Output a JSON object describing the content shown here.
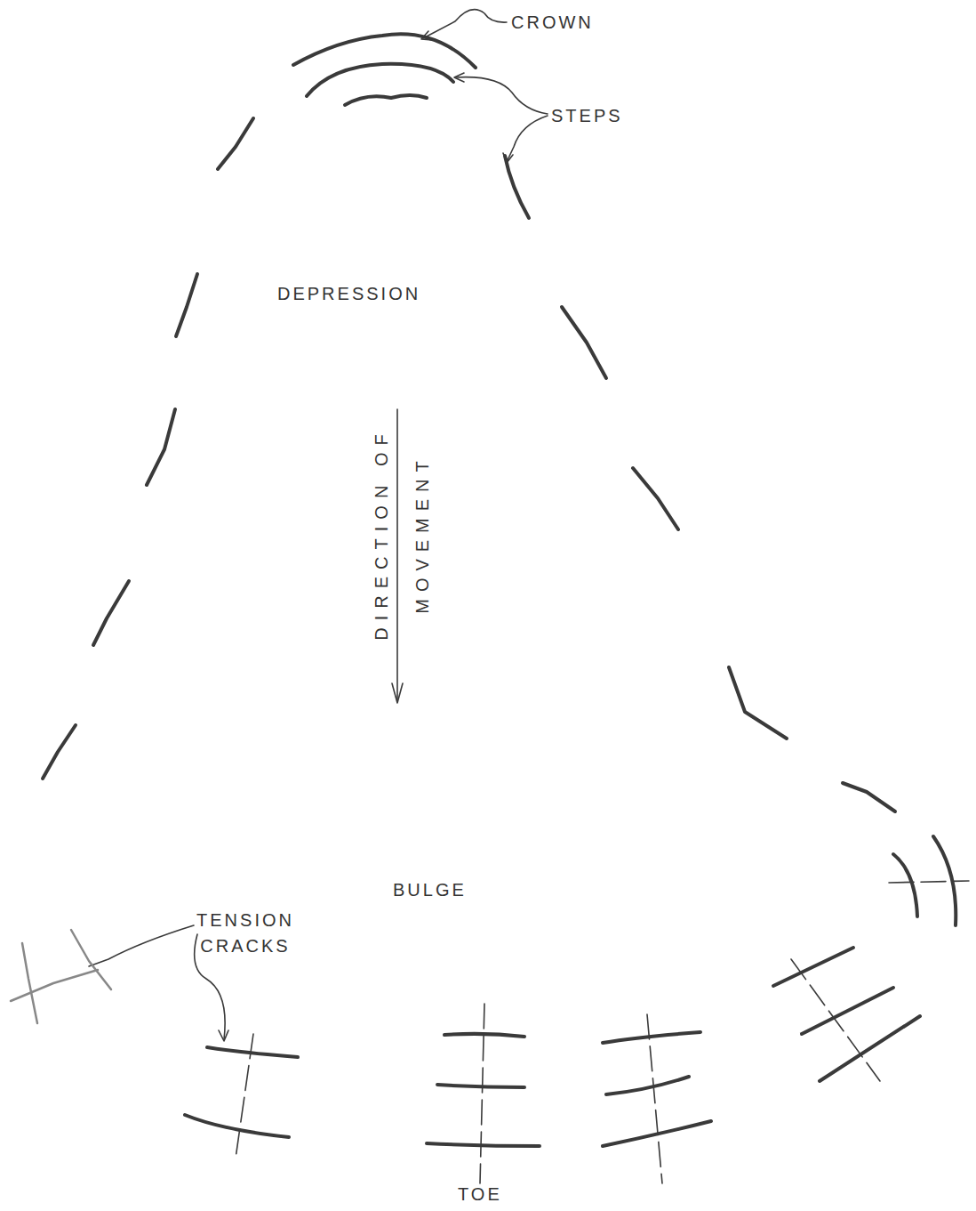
{
  "diagram": {
    "labels": [
      "CROWN",
      "STEPS",
      "DEPRESSION",
      "DIRECTION OF MOVEMENT",
      "BULGE",
      "TENSION CRACKS",
      "TOE"
    ]
  }
}
